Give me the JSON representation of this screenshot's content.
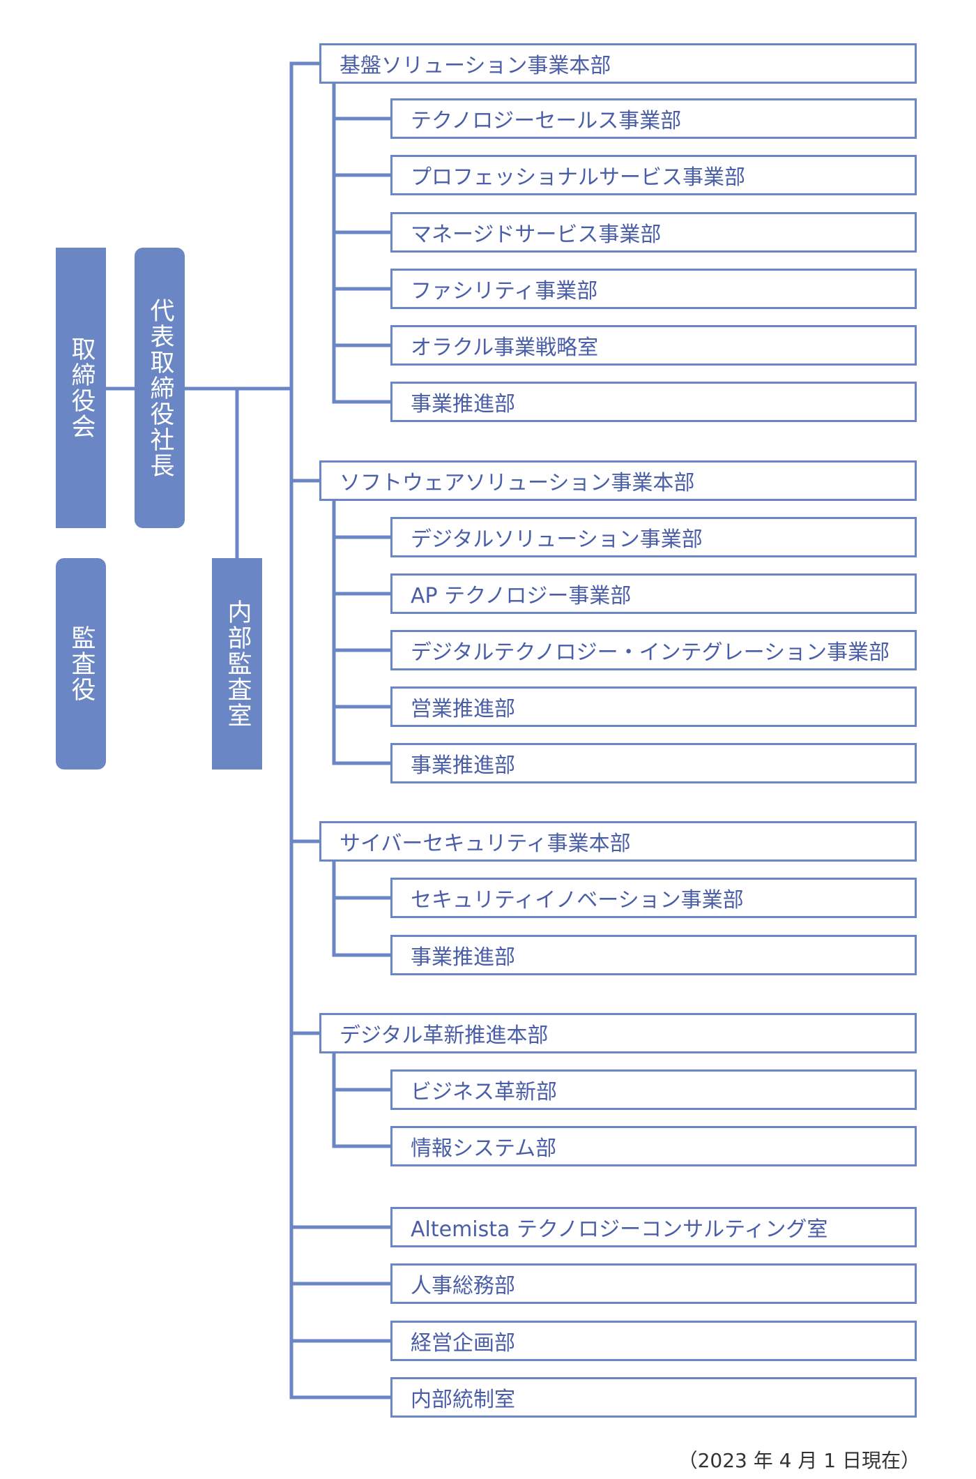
{
  "left": {
    "board": "取締役会",
    "president": "代表取締役社長",
    "auditor": "監査役",
    "internal_audit": "内部監査室"
  },
  "divisions": [
    {
      "name": "基盤ソリューション事業本部",
      "departments": [
        "テクノロジーセールス事業部",
        "プロフェッショナルサービス事業部",
        "マネージドサービス事業部",
        "ファシリティ事業部",
        "オラクル事業戦略室",
        "事業推進部"
      ]
    },
    {
      "name": "ソフトウェアソリューション事業本部",
      "departments": [
        "デジタルソリューション事業部",
        "AP テクノロジー事業部",
        "デジタルテクノロジー・インテグレーション事業部",
        "営業推進部",
        "事業推進部"
      ]
    },
    {
      "name": "サイバーセキュリティ事業本部",
      "departments": [
        "セキュリティイノベーション事業部",
        "事業推進部"
      ]
    },
    {
      "name": "デジタル革新推進本部",
      "departments": [
        "ビジネス革新部",
        "情報システム部"
      ]
    }
  ],
  "offices": [
    "Altemista テクノロジーコンサルティング室",
    "人事総務部",
    "経営企画部",
    "内部統制室"
  ],
  "as_of": "（2023 年 4 月 1 日現在）",
  "colors": {
    "accent": "#6b86c4",
    "text": "#4a5ea8"
  }
}
